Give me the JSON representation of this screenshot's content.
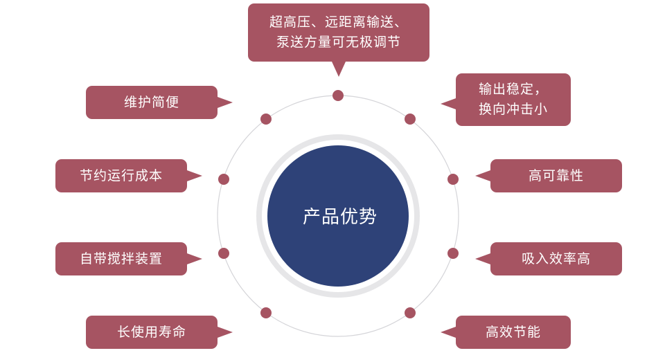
{
  "center": {
    "label": "产品优势",
    "fill": "#2e4278",
    "ring": "#e6e6e8"
  },
  "colors": {
    "bubble": "#a65462",
    "node": "#a65462",
    "orbit": "#d4d4d8"
  },
  "features": [
    {
      "id": "top",
      "lines": [
        "超高压、远距离输送、",
        "泵送方量可无极调节"
      ]
    },
    {
      "id": "right-1",
      "lines": [
        "输出稳定，",
        "换向冲击小"
      ]
    },
    {
      "id": "right-2",
      "lines": [
        "高可靠性"
      ]
    },
    {
      "id": "right-3",
      "lines": [
        "吸入效率高"
      ]
    },
    {
      "id": "right-4",
      "lines": [
        "高效节能"
      ]
    },
    {
      "id": "left-1",
      "lines": [
        "维护简便"
      ]
    },
    {
      "id": "left-2",
      "lines": [
        "节约运行成本"
      ]
    },
    {
      "id": "left-3",
      "lines": [
        "自带搅拌装置"
      ]
    },
    {
      "id": "left-4",
      "lines": [
        "长使用寿命"
      ]
    }
  ]
}
